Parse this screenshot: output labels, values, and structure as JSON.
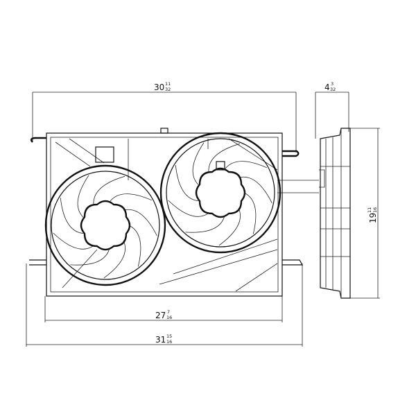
{
  "title": "Dual radiator cooling fan assembly – dimension drawing",
  "dimensions": {
    "top_width": {
      "whole": "30",
      "num": "11",
      "den": "32"
    },
    "depth": {
      "whole": "4",
      "num": "3",
      "den": "32"
    },
    "height": {
      "whole": "19",
      "num": "11",
      "den": "16"
    },
    "shroud_width": {
      "whole": "27",
      "num": "7",
      "den": "16"
    },
    "overall_width": {
      "whole": "31",
      "num": "15",
      "den": "16"
    }
  },
  "colors": {
    "line": "#111111",
    "background": "#ffffff"
  }
}
